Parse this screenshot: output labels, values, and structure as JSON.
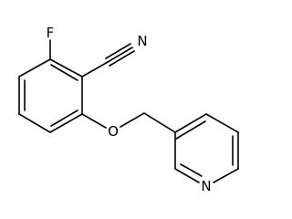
{
  "structure": {
    "atoms": {
      "fluorine": "F",
      "nitrile_nitrogen": "N",
      "ether_oxygen": "O",
      "pyridine_nitrogen": "N"
    },
    "colors": {
      "bond": "#000000",
      "label": "#000000",
      "background": "#ffffff"
    }
  }
}
